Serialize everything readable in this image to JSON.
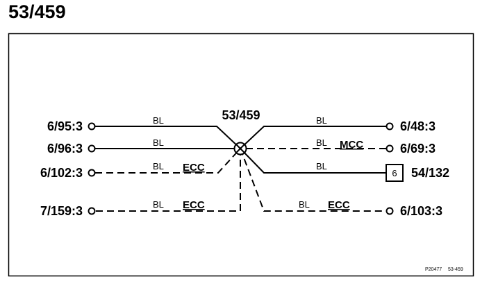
{
  "title": "53/459",
  "center_label": "53/459",
  "connectors": {
    "c1": "6/95:3",
    "c2": "6/96:3",
    "c3": "6/102:3",
    "c4": "7/159:3",
    "c5": "6/48:3",
    "c6": "6/69:3",
    "c7": "54/132",
    "c8": "6/103:3"
  },
  "wire_color": "BL",
  "tags": {
    "ecc": "ECC",
    "mcc": "MCC"
  },
  "box_number": "6",
  "footer": {
    "ref_left": "P20477",
    "ref_right": "53-459"
  }
}
